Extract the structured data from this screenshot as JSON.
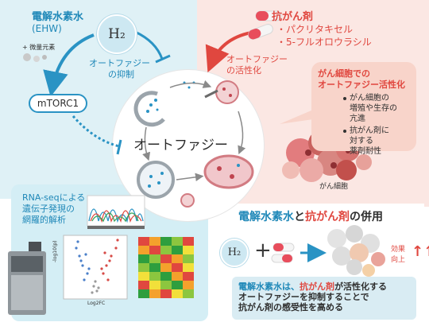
{
  "ehw": {
    "title": "電解水素水",
    "subtitle": "(EHW)",
    "trace_elements": "+ 微量元素",
    "h2_label": "H₂",
    "inhibition_line1": "オートファジー",
    "inhibition_line2": "の抑制",
    "mtorc1_label": "mTORC1"
  },
  "anticancer": {
    "title": "抗がん剤",
    "drug1": "・パクリタキセル",
    "drug2": "・5-フルオロウラシル",
    "activation_line1": "オートファジー",
    "activation_line2": "の活性化",
    "resistance_title_line1": "がん細胞での",
    "resistance_title_line2": "オートファジー活性化",
    "bullet1": [
      "がん細胞の",
      "増殖や生存の",
      "亢進"
    ],
    "bullet2": [
      "抗がん剤に",
      "対する",
      "薬剤耐性"
    ],
    "cancer_cell_label": "がん細胞"
  },
  "center": {
    "autophagy_label": "オートファジー"
  },
  "rnaseq": {
    "title_line1": "RNA-seqによる",
    "title_line2": "遺伝子発現の",
    "title_line3": "網羅的解析",
    "volcano_xlabel": "Log2FC",
    "volcano_ylabel": "-log10(p)"
  },
  "combination": {
    "title_ehw": "電解水素水",
    "title_and": "と",
    "title_drug": "抗がん剤",
    "title_rest": "の併用",
    "h2_label": "H₂",
    "plus": "+",
    "effect_line1": "効果",
    "effect_line2": "向上",
    "effect_arrows": "↑↑",
    "summary_line1_a": "電解水素水は、",
    "summary_line1_b": "抗がん剤",
    "summary_line1_c": "が活性化する",
    "summary_line2": "オートファジーを抑制することで",
    "summary_line3": "抗がん剤の感受性を高める"
  },
  "colors": {
    "blue_accent": "#1f88b8",
    "red_accent": "#e0473f",
    "ehw_panel": "#dff1f6",
    "anticancer_panel": "#fbe7e3"
  }
}
